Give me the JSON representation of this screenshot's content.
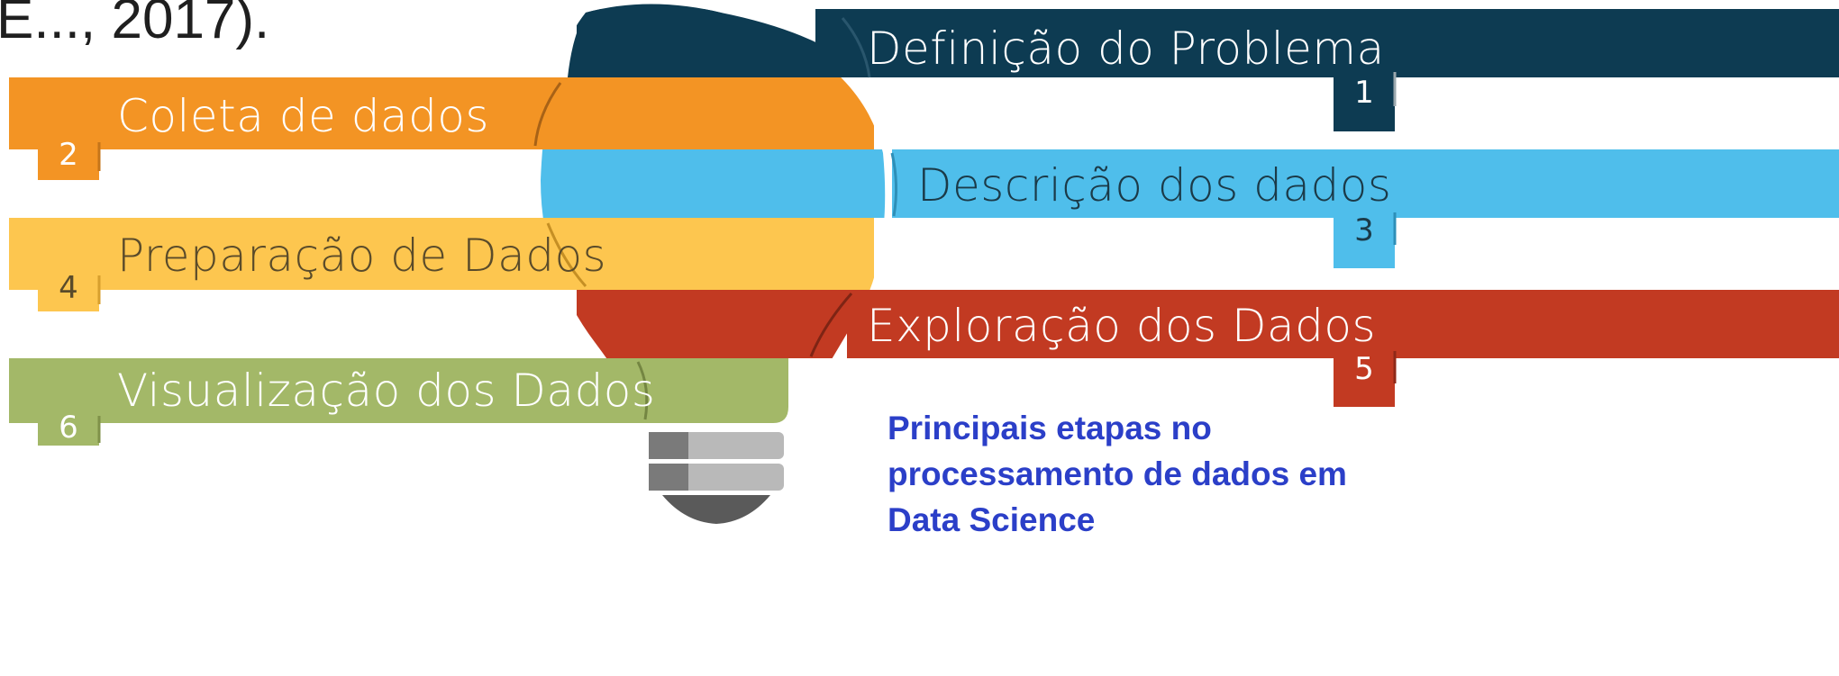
{
  "header": {
    "citation_fragment": "E..., 2017)."
  },
  "steps": [
    {
      "number": "1",
      "label": "Definição do Problema",
      "color": "#0d3b52"
    },
    {
      "number": "2",
      "label": "Coleta de dados",
      "color": "#f39424"
    },
    {
      "number": "3",
      "label": "Descrição dos dados",
      "color": "#4fbeeb"
    },
    {
      "number": "4",
      "label": "Preparação de Dados",
      "color": "#fdc64f"
    },
    {
      "number": "5",
      "label": "Exploração dos Dados",
      "color": "#c23a22"
    },
    {
      "number": "6",
      "label": "Visualização dos Dados",
      "color": "#a3b868"
    }
  ],
  "caption": {
    "line1": "Principais etapas no",
    "line2": "processamento de dados em",
    "line3": "Data Science",
    "color": "#2b3fc8"
  },
  "bulb_base_colors": [
    "#7a7a7a",
    "#b9b9b9",
    "#5a5a5a"
  ]
}
